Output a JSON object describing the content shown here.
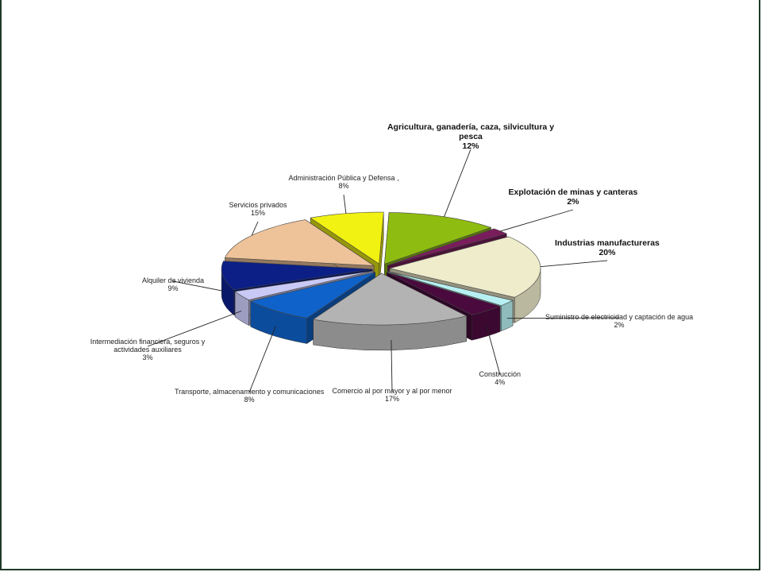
{
  "chart_data": {
    "type": "pie",
    "style": "3d-exploded",
    "title": "",
    "legend": "none",
    "slices": [
      {
        "name": "Agricultura, ganadería, caza, silvicultura y pesca",
        "label": "12%",
        "value": 12,
        "color": "#8fbc10",
        "bold": true
      },
      {
        "name": "Explotación de minas y canteras",
        "label": "2%",
        "value": 2,
        "color": "#7a1d5c",
        "bold": true
      },
      {
        "name": "Industrias manufactureras",
        "label": "20%",
        "value": 20,
        "color": "#eeeccb",
        "bold": true
      },
      {
        "name": "Suministro de electricidad y captación de agua",
        "label": "2%",
        "value": 2,
        "color": "#b7f0f2",
        "bold": false
      },
      {
        "name": "Construcción",
        "label": "4%",
        "value": 4,
        "color": "#4a0a3e",
        "bold": false
      },
      {
        "name": "Comercio al por mayor y al por menor",
        "label": "17%",
        "value": 17,
        "color": "#b3b3b3",
        "bold": false
      },
      {
        "name": "Transporte, almacenamiento y comunicaciones",
        "label": "8%",
        "value": 8,
        "color": "#0f62c9",
        "bold": false
      },
      {
        "name": "Intermediación financiera, seguros y actividades auxiliares",
        "label": "3%",
        "value": 3,
        "color": "#c9c9f5",
        "bold": false
      },
      {
        "name": "Alquiler de vivienda",
        "label": "9%",
        "value": 9,
        "color": "#0b1f86",
        "bold": false
      },
      {
        "name": "Servicios privados",
        "label": "15%",
        "value": 15,
        "color": "#eec39a",
        "bold": false
      },
      {
        "name": "Administración Pública y Defensa ,",
        "label": "8%",
        "value": 8,
        "color": "#f2f212",
        "bold": false
      }
    ]
  }
}
